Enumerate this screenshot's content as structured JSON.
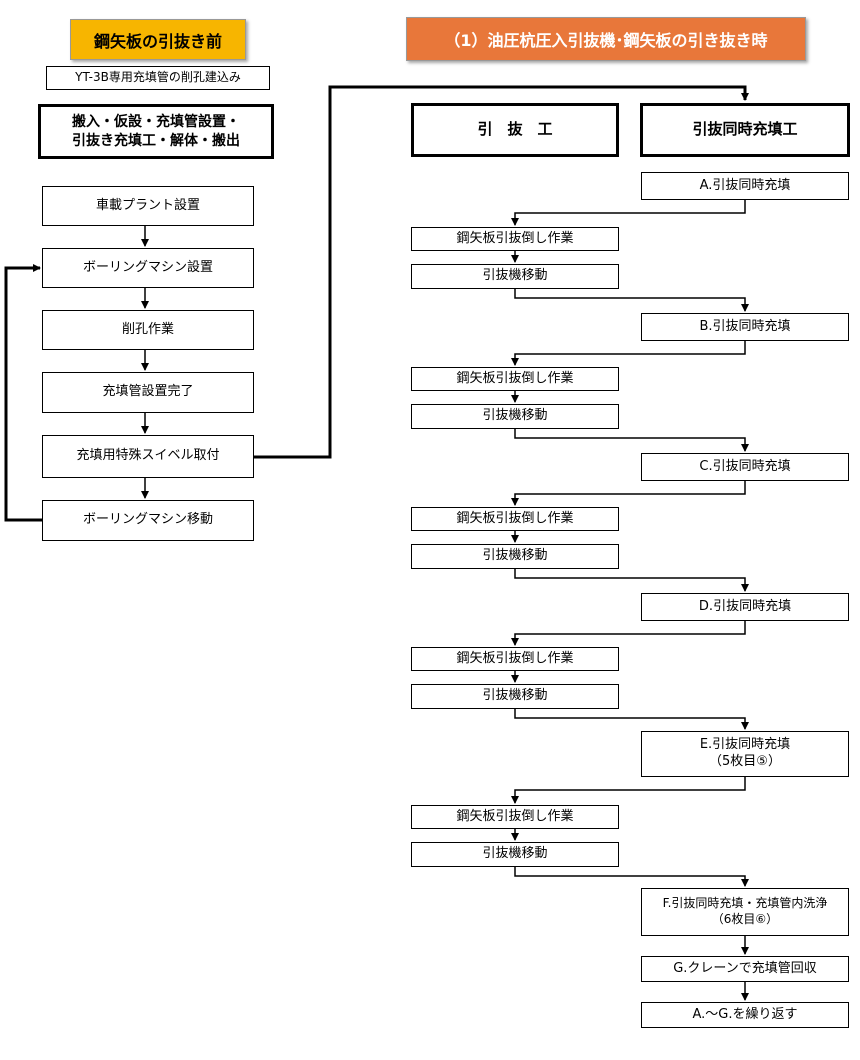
{
  "left": {
    "header": "鋼矢板の引抜き前",
    "subheader": "YT-3B専用充填管の削孔建込み",
    "summary": "搬入・仮設・充填管設置・\n引抜き充填工・解体・搬出",
    "steps": [
      "車載プラント設置",
      "ボーリングマシン設置",
      "削孔作業",
      "充填管設置完了",
      "充填用特殊スイベル取付",
      "ボーリングマシン移動"
    ]
  },
  "right": {
    "header": "（1）油圧杭圧入引抜機･鋼矢板の引き抜き時",
    "col_pull": "引　抜　工",
    "col_fill": "引抜同時充填工",
    "fill_steps": [
      "A.引抜同時充填",
      "B.引抜同時充填",
      "C.引抜同時充填",
      "D.引抜同時充填",
      "E.引抜同時充填\n（5枚目⑤）",
      "F.引抜同時充填・充填管内洗浄\n（6枚目⑥）",
      "G.クレーンで充填管回収",
      "A.～G.を繰り返す"
    ],
    "pull_work": "鋼矢板引抜倒し作業",
    "move_machine": "引抜機移動"
  }
}
